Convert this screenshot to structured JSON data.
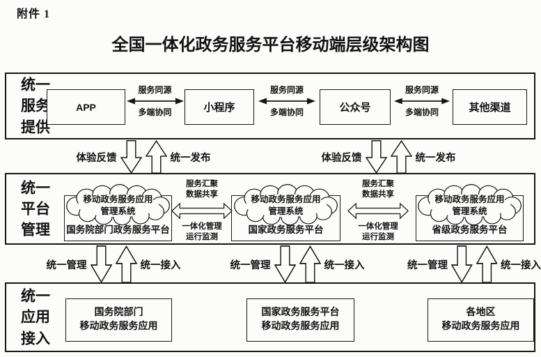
{
  "page": {
    "attachment": "附件 1",
    "title": "全国一体化政务服务平台移动端层级架构图"
  },
  "colors": {
    "line": "#151515",
    "background": "#fcfcfb"
  },
  "bands": {
    "service": {
      "label_lines": [
        "统一",
        "服务",
        "提供"
      ],
      "boxes": [
        "APP",
        "小程序",
        "公众号",
        "其他渠道"
      ],
      "connector": {
        "top": "服务同源",
        "bottom": "多端协同"
      }
    },
    "platform": {
      "label_lines": [
        "统一",
        "平台",
        "管理"
      ],
      "cloud_lines": [
        "移动政务服务应用",
        "管理系统"
      ],
      "boxes": [
        "国务院部门政务服务平台",
        "国家政务服务平台",
        "省级政务服务平台"
      ],
      "connector": {
        "top": [
          "服务汇聚",
          "数据共享"
        ],
        "bottom": [
          "一体化管理",
          "运行监测"
        ]
      }
    },
    "access": {
      "label_lines": [
        "统一",
        "应用",
        "接入"
      ],
      "boxes": [
        [
          "国务院部门",
          "移动政务服务应用"
        ],
        [
          "国家政务服务平台",
          "移动政务服务应用"
        ],
        [
          "各地区",
          "移动政务服务应用"
        ]
      ]
    }
  },
  "links": {
    "feedback": "体验反馈",
    "publish": "统一发布",
    "manage": "统一管理",
    "access": "统一接入"
  }
}
